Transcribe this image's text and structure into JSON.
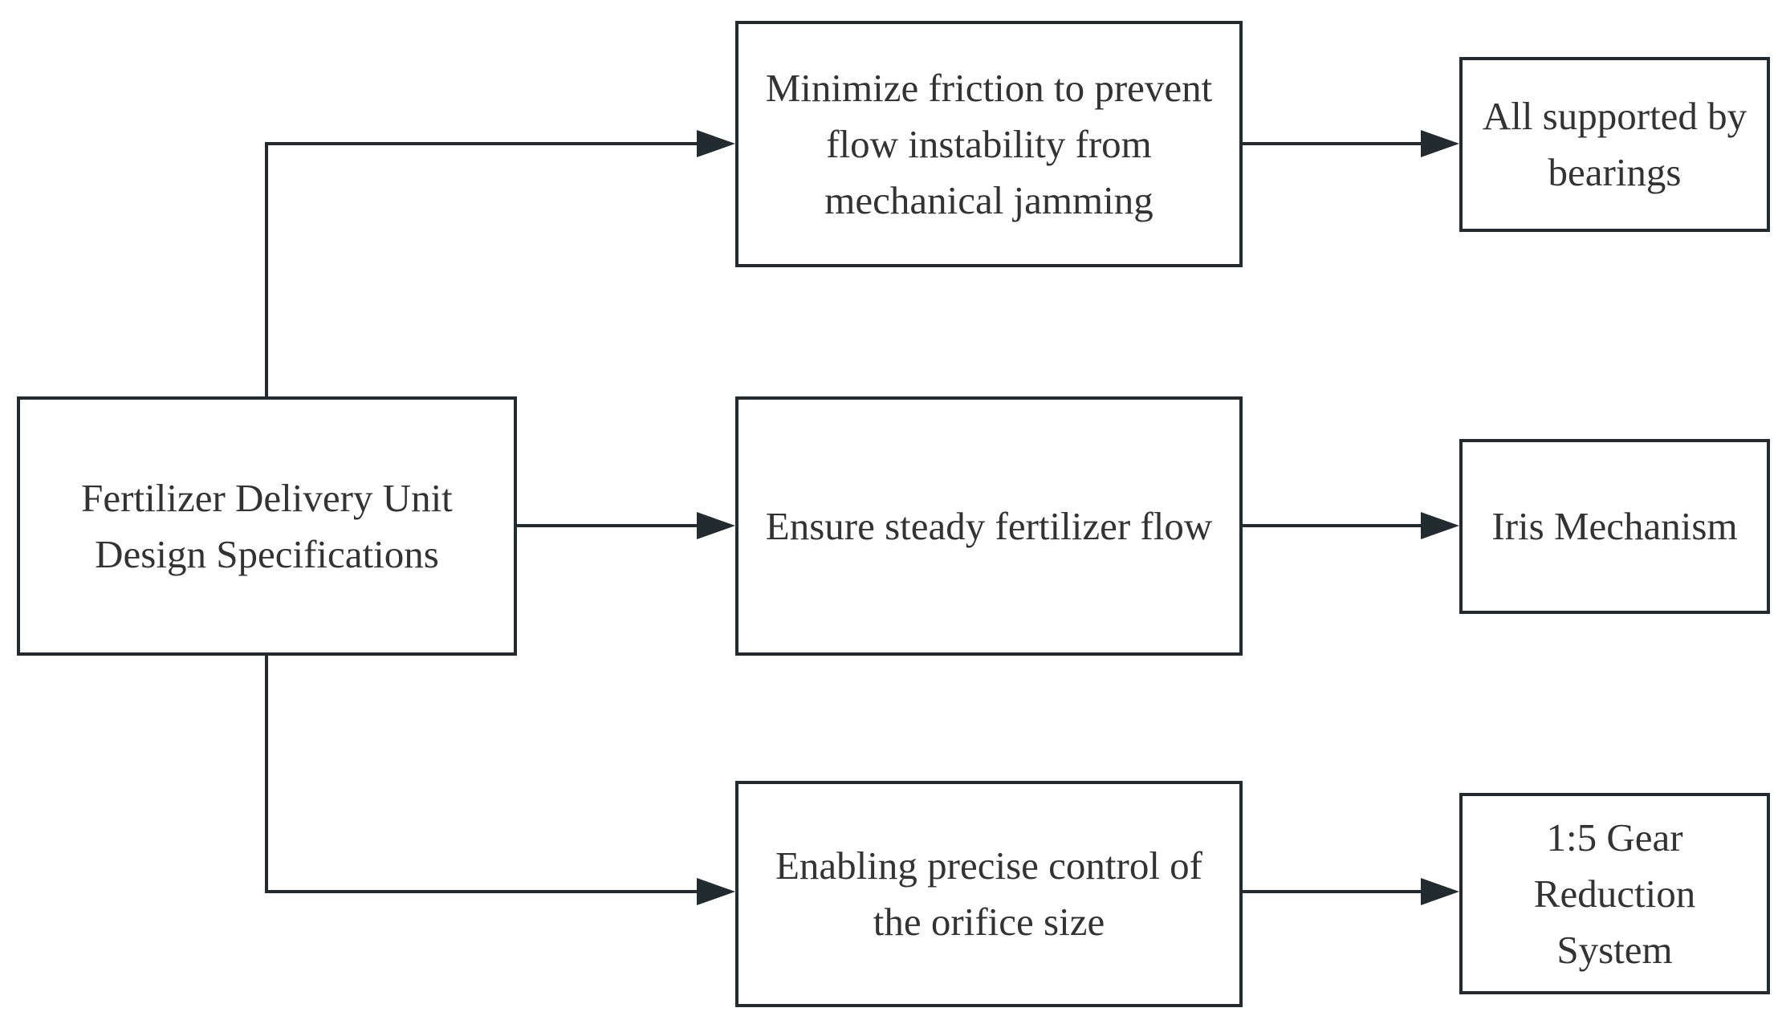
{
  "diagram": {
    "root": {
      "label": "Fertilizer Delivery Unit Design Specifications"
    },
    "requirements": [
      {
        "label": "Minimize friction to prevent flow instability from mechanical jamming"
      },
      {
        "label": "Ensure steady fertilizer flow"
      },
      {
        "label": "Enabling precise control of the orifice size"
      }
    ],
    "solutions": [
      {
        "label": "All supported by bearings"
      },
      {
        "label": "Iris Mechanism"
      },
      {
        "label": "1:5 Gear Reduction System"
      }
    ],
    "edges": [
      {
        "from": "root",
        "to": "requirements.0"
      },
      {
        "from": "root",
        "to": "requirements.1"
      },
      {
        "from": "root",
        "to": "requirements.2"
      },
      {
        "from": "requirements.0",
        "to": "solutions.0"
      },
      {
        "from": "requirements.1",
        "to": "solutions.1"
      },
      {
        "from": "requirements.2",
        "to": "solutions.2"
      }
    ],
    "colors": {
      "stroke": "#212b30",
      "text": "#333333",
      "background": "#ffffff"
    }
  }
}
